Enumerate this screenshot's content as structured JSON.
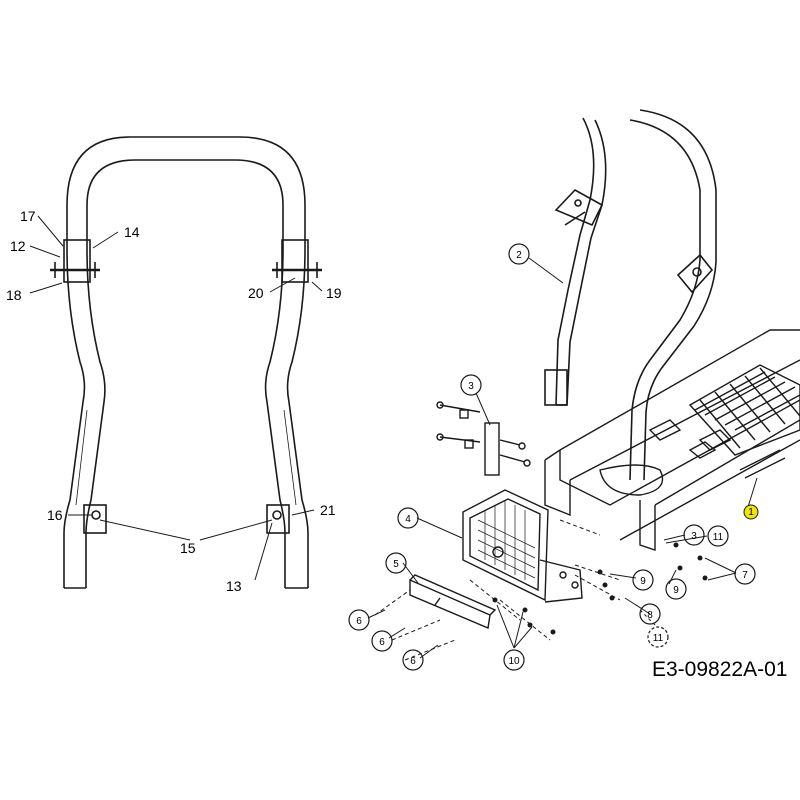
{
  "diagram_code": "E3-09822A-01",
  "left_callouts": {
    "c17": "17",
    "c14": "14",
    "c12": "12",
    "c18": "18",
    "c20": "20",
    "c19": "19",
    "c16": "16",
    "c15": "15",
    "c21": "21",
    "c13": "13"
  },
  "right_callouts": {
    "c2": "2",
    "c3a": "3",
    "c4": "4",
    "c5": "5",
    "c6a": "6",
    "c6b": "6",
    "c6c": "6",
    "c10": "10",
    "c9a": "9",
    "c9b": "9",
    "c3b": "3",
    "c11a": "11",
    "c7": "7",
    "c8": "8",
    "c11b": "11",
    "c1": "1"
  },
  "colors": {
    "line": "#1a1a1a",
    "highlight": "#f2e600",
    "background": "#ffffff"
  }
}
